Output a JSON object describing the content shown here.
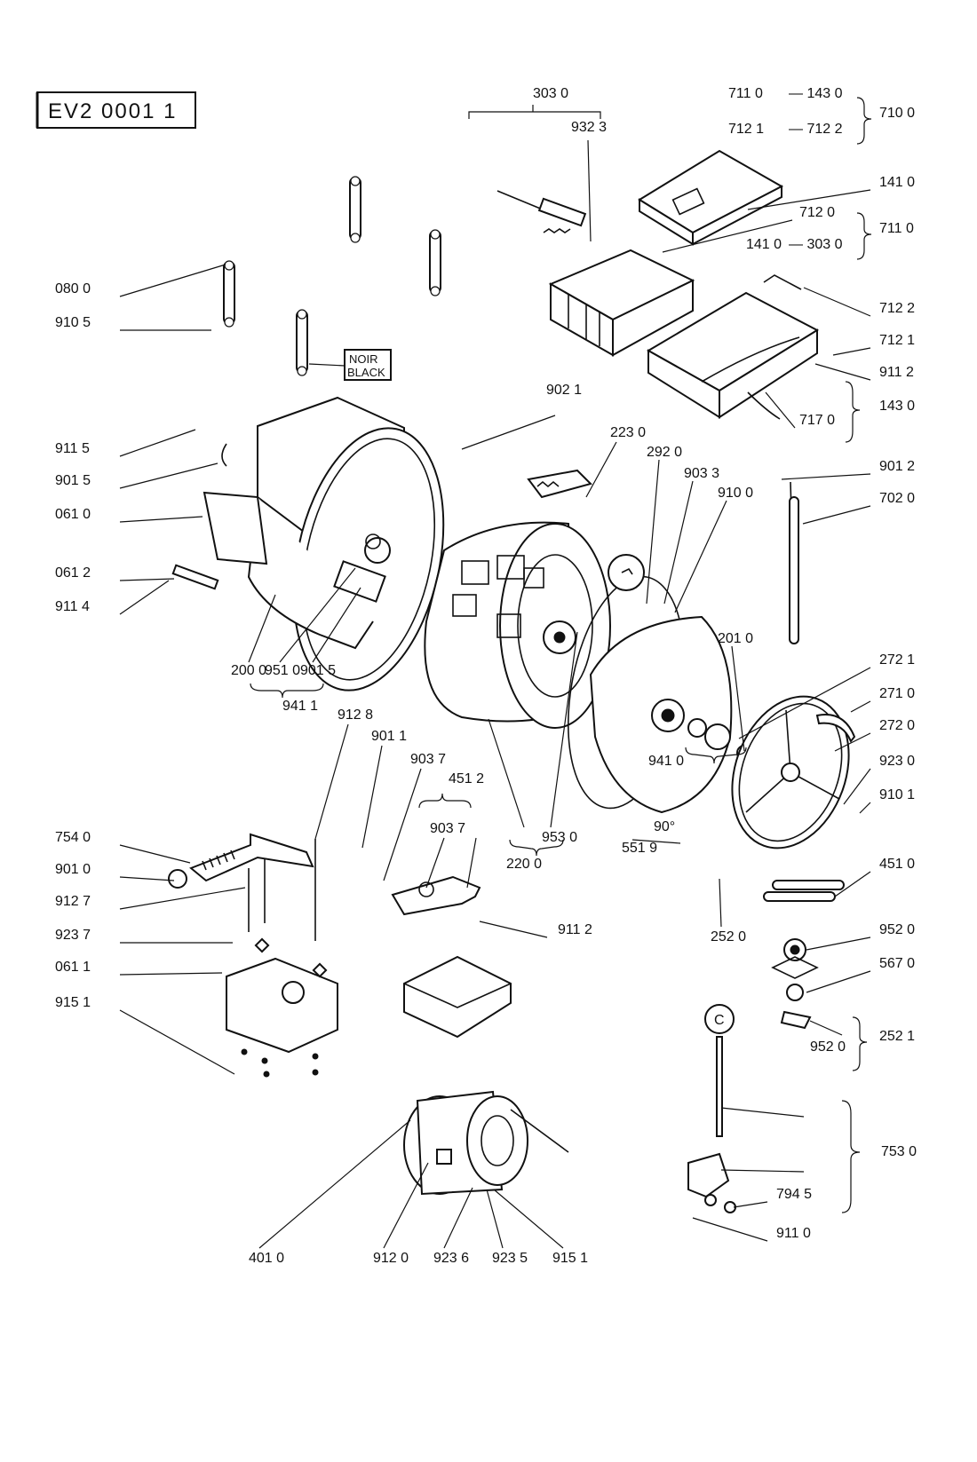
{
  "diagram_code": "EV2 0001 1",
  "noir_black": [
    "NOIR",
    "BLACK"
  ],
  "circle_c": "C",
  "angle_label": "90°",
  "labels": [
    [
      "303 0",
      600,
      110
    ],
    [
      "932 3",
      643,
      148
    ],
    [
      "711 0",
      820,
      110
    ],
    [
      "— 143 0",
      888,
      110
    ],
    [
      "712 1",
      820,
      150
    ],
    [
      "— 712 2",
      888,
      150
    ],
    [
      "710 0",
      990,
      132
    ],
    [
      "141 0",
      990,
      210
    ],
    [
      "712 0",
      900,
      244
    ],
    [
      "711 0",
      990,
      262
    ],
    [
      "141 0",
      840,
      280
    ],
    [
      "— 303 0",
      888,
      280
    ],
    [
      "712 2",
      990,
      352
    ],
    [
      "712 1",
      990,
      388
    ],
    [
      "911 2",
      990,
      424
    ],
    [
      "143 0",
      990,
      462
    ],
    [
      "717 0",
      900,
      478
    ],
    [
      "080 0",
      62,
      330
    ],
    [
      "910 5",
      62,
      368
    ],
    [
      "902 1",
      615,
      444
    ],
    [
      "223 0",
      687,
      492
    ],
    [
      "292 0",
      728,
      514
    ],
    [
      "903 3",
      770,
      538
    ],
    [
      "910 0",
      808,
      560
    ],
    [
      "901 2",
      990,
      530
    ],
    [
      "702 0",
      990,
      566
    ],
    [
      "911 5",
      62,
      510
    ],
    [
      "901 5",
      62,
      546
    ],
    [
      "061 0",
      62,
      584
    ],
    [
      "061 2",
      62,
      650
    ],
    [
      "911 4",
      62,
      688
    ],
    [
      "200 0",
      260,
      760
    ],
    [
      "951 0",
      298,
      760
    ],
    [
      "901 5",
      338,
      760
    ],
    [
      "941 1",
      318,
      800
    ],
    [
      "201 0",
      808,
      724
    ],
    [
      "272 1",
      990,
      748
    ],
    [
      "271 0",
      990,
      786
    ],
    [
      "272 0",
      990,
      822
    ],
    [
      "941 0",
      730,
      862
    ],
    [
      "923 0",
      990,
      862
    ],
    [
      "910 1",
      990,
      900
    ],
    [
      "912 8",
      380,
      810
    ],
    [
      "901 1",
      418,
      834
    ],
    [
      "903 7",
      462,
      860
    ],
    [
      "451 2",
      505,
      882
    ],
    [
      "903 7",
      484,
      938
    ],
    [
      "953 0",
      610,
      948
    ],
    [
      "220 0",
      570,
      978
    ],
    [
      "551 9",
      700,
      960
    ],
    [
      "451 0",
      990,
      978
    ],
    [
      "252 0",
      800,
      1060
    ],
    [
      "754 0",
      62,
      948
    ],
    [
      "901 0",
      62,
      984
    ],
    [
      "912 7",
      62,
      1020
    ],
    [
      "923 7",
      62,
      1058
    ],
    [
      "061 1",
      62,
      1094
    ],
    [
      "915 1",
      62,
      1134
    ],
    [
      "911 2",
      628,
      1052
    ],
    [
      "952 0",
      990,
      1052
    ],
    [
      "567 0",
      990,
      1090
    ],
    [
      "252 1",
      990,
      1172
    ],
    [
      "952 0",
      912,
      1184
    ],
    [
      "753 0",
      992,
      1302
    ],
    [
      "794 5",
      874,
      1350
    ],
    [
      "911 0",
      874,
      1394
    ],
    [
      "401 0",
      280,
      1422
    ],
    [
      "912 0",
      420,
      1422
    ],
    [
      "923 6",
      488,
      1422
    ],
    [
      "923 5",
      554,
      1422
    ],
    [
      "915 1",
      622,
      1422
    ]
  ]
}
